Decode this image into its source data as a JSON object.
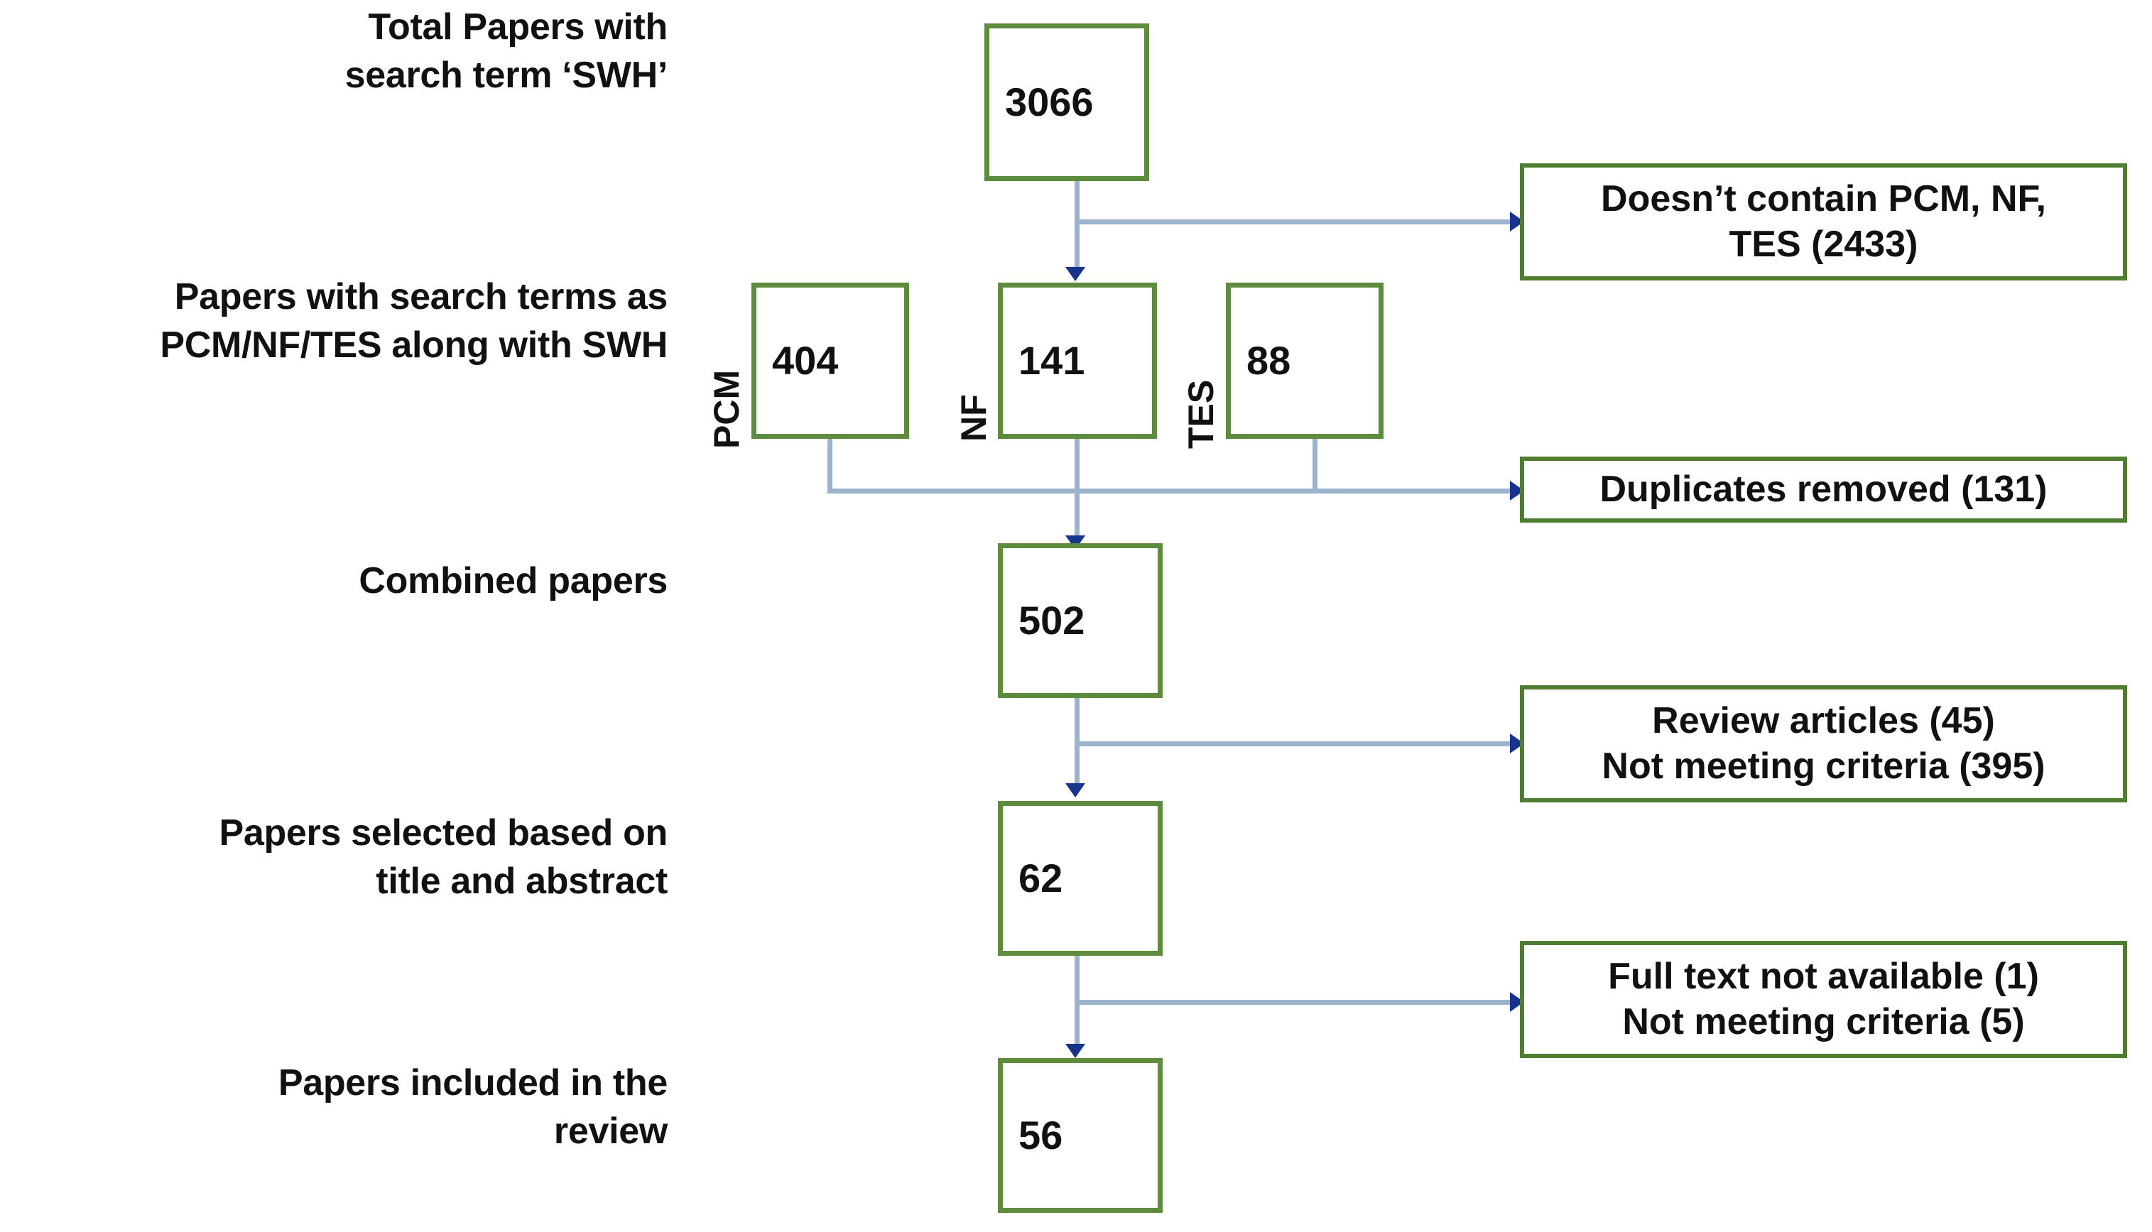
{
  "diagram": {
    "title": "PRISMA-style literature selection flowchart",
    "colors": {
      "box_border_green": "#5d8c3f",
      "exclusion_border_green": "#4f7d32",
      "connector_line": "#9bb3cc",
      "arrow_head": "#17348c",
      "text": "#111111",
      "background": "#ffffff"
    },
    "stage_labels": [
      {
        "id": "total-papers",
        "line1": "Total Papers with",
        "line2": "search term ‘SWH’"
      },
      {
        "id": "search-terms",
        "line1": "Papers with search terms as",
        "line2": "PCM/NF/TES along with SWH"
      },
      {
        "id": "combined",
        "line1": "Combined papers",
        "line2": ""
      },
      {
        "id": "title-abstract",
        "line1": "Papers selected based on",
        "line2": "title and abstract"
      },
      {
        "id": "included",
        "line1": "Papers included in the",
        "line2": "review"
      }
    ],
    "count_boxes": [
      {
        "id": "total-papers-count",
        "value": "3066"
      },
      {
        "id": "pcm-count",
        "value": "404"
      },
      {
        "id": "nf-count",
        "value": "141"
      },
      {
        "id": "tes-count",
        "value": "88"
      },
      {
        "id": "combined-count",
        "value": "502"
      },
      {
        "id": "title-abstract-count",
        "value": "62"
      },
      {
        "id": "included-count",
        "value": "56"
      }
    ],
    "side_captions": [
      {
        "id": "pcm",
        "text": "PCM"
      },
      {
        "id": "nf",
        "text": "NF"
      },
      {
        "id": "tes",
        "text": "TES"
      }
    ],
    "exclusion_boxes": [
      {
        "id": "not-contain",
        "line1": "Doesn’t contain PCM, NF,",
        "line2": "TES (2433)"
      },
      {
        "id": "duplicates",
        "line1": "Duplicates removed (131)",
        "line2": ""
      },
      {
        "id": "review-criteria",
        "line1": "Review articles (45)",
        "line2": "Not meeting criteria (395)"
      },
      {
        "id": "fulltext-criteria",
        "line1": "Full text not available (1)",
        "line2": "Not meeting criteria (5)"
      }
    ]
  }
}
